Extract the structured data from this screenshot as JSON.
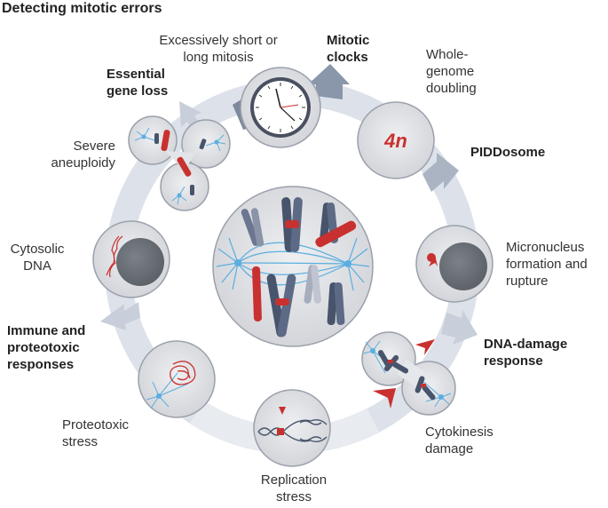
{
  "title": "Detecting mitotic errors",
  "labels": {
    "excessive_mitosis": "Excessively short or\nlong mitosis",
    "mitotic_clocks": "Mitotic\nclocks",
    "whole_genome_doubling": "Whole-\ngenome\ndoubling",
    "piddosome": "PIDDosome",
    "micronucleus": "Micronucleus\nformation and\nrupture",
    "dna_damage_response": "DNA-damage\nresponse",
    "cytokinesis_damage": "Cytokinesis\ndamage",
    "replication_stress": "Replication\nstress",
    "proteotoxic_stress": "Proteotoxic\nstress",
    "immune_responses": "Immune and\nproteotoxic\nresponses",
    "cytosolic_dna": "Cytosolic\nDNA",
    "severe_aneuploidy": "Severe\naneuploidy",
    "essential_gene_loss": "Essential\ngene loss"
  },
  "ploidy_label": "4n",
  "colors": {
    "ring": "#dde2ea",
    "arrow": "#8a97aa",
    "cell_fill": "#e3e4e7",
    "cell_stroke": "#9aa0aa",
    "nucleus": "#6f737b",
    "chromosome_dark": "#48546c",
    "chromosome_red": "#c8312f",
    "spindle": "#5aaee0",
    "text": "#333333"
  },
  "icons": [
    "clock-icon",
    "spindle-icon",
    "chromosome-icon",
    "dna-helix-icon",
    "break-arrow-icon"
  ]
}
